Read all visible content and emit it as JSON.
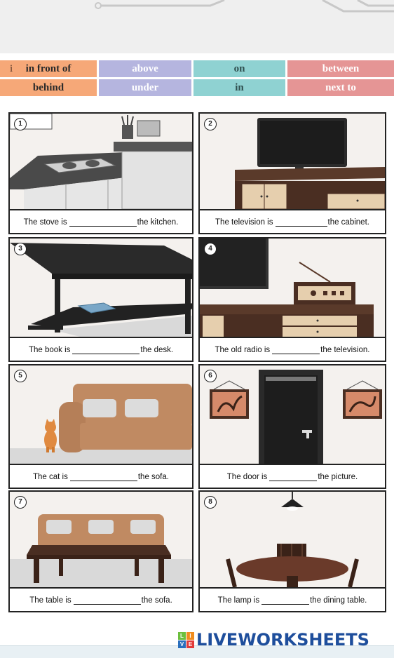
{
  "word_bank": {
    "row1": [
      "in front of",
      "above",
      "on",
      "between"
    ],
    "row2": [
      "behind",
      "under",
      "in",
      "next to"
    ],
    "colors": [
      "#f6a878",
      "#b5b5df",
      "#8fd2d2",
      "#e59595"
    ],
    "tick": "i"
  },
  "cards": [
    {
      "number": "1",
      "before": "The stove is",
      "after": "the kitchen."
    },
    {
      "number": "2",
      "before": "The television is",
      "after": "the cabinet."
    },
    {
      "number": "3",
      "before": "The book is",
      "after": "the desk."
    },
    {
      "number": "4",
      "before": "The old radio is",
      "after": "the television."
    },
    {
      "number": "5",
      "before": "The cat is",
      "after": "the sofa."
    },
    {
      "number": "6",
      "before": "The door is",
      "after": "the picture."
    },
    {
      "number": "7",
      "before": "The table is",
      "after": "the sofa."
    },
    {
      "number": "8",
      "before": "The lamp is",
      "after": "the dining table."
    }
  ],
  "footer": {
    "logo_text": "LIVEWORKSHEETS",
    "logo_mark": [
      "L",
      "I",
      "V",
      "E"
    ],
    "mark_colors": [
      "#6cbf3d",
      "#f08c1e",
      "#2a6fbd",
      "#e23a3a"
    ],
    "logo_icon": "liveworksheets-logo-icon"
  }
}
